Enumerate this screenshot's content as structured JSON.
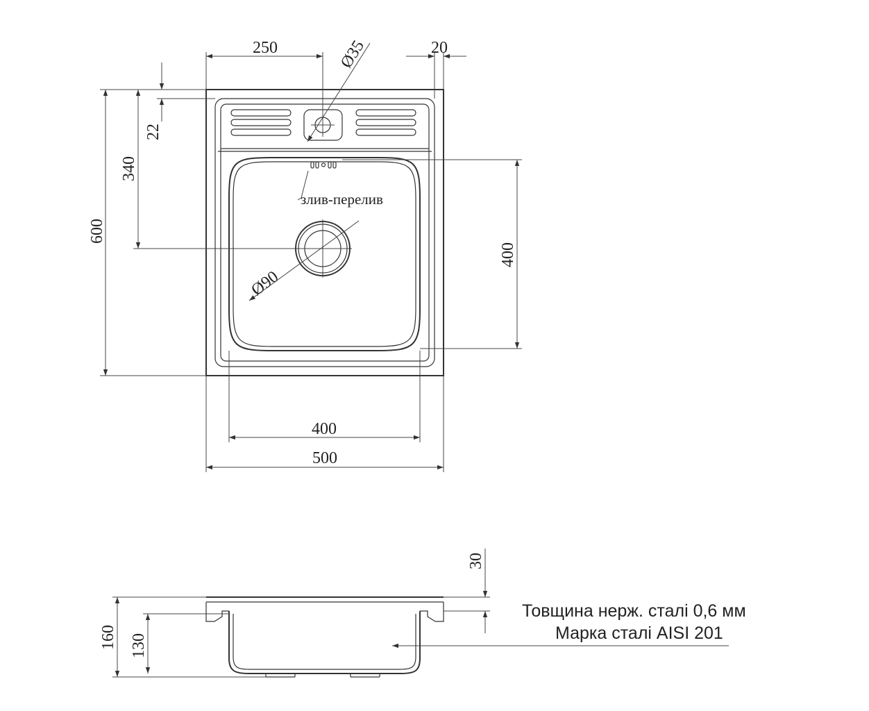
{
  "plan_view": {
    "dim_top_left": "250",
    "dim_tap_hole": "Ø35",
    "dim_top_right": "20",
    "dim_flange": "22",
    "dim_drain_offset": "340",
    "dim_total_height": "600",
    "dim_bowl_height": "400",
    "dim_bowl_width": "400",
    "dim_total_width": "500",
    "dim_drain": "Ø90",
    "overflow_label": "злив-перелив"
  },
  "section_view": {
    "dim_rim": "30",
    "dim_total_depth": "160",
    "dim_bowl_depth": "130"
  },
  "notes": {
    "thickness": "Товщина нерж. сталі 0,6 мм",
    "grade": "Марка сталі AISI 201"
  },
  "colors": {
    "line": "#333333",
    "text": "#222222",
    "background": "#ffffff"
  }
}
